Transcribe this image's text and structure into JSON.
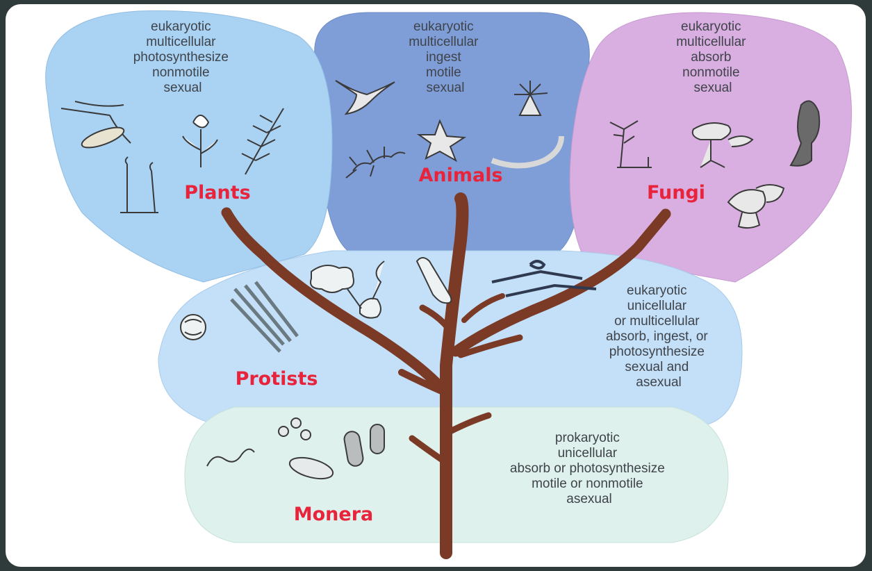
{
  "kingdoms": {
    "plants": {
      "name": "Plants",
      "traits": [
        "eukaryotic",
        "multicellular",
        "photosynthesize",
        "nonmotile",
        "sexual"
      ],
      "color": "#a9d2f3"
    },
    "animals": {
      "name": "Animals",
      "traits": [
        "eukaryotic",
        "multicellular",
        "ingest",
        "motile",
        "sexual"
      ],
      "color": "#7f9ed8"
    },
    "fungi": {
      "name": "Fungi",
      "traits": [
        "eukaryotic",
        "multicellular",
        "absorb",
        "nonmotile",
        "sexual"
      ],
      "color": "#d9aee0"
    },
    "protists": {
      "name": "Protists",
      "traits": [
        "eukaryotic",
        "unicellular",
        "or multicellular",
        "absorb, ingest, or",
        "photosynthesize",
        "sexual and",
        "asexual"
      ],
      "color": "#c4e0f8"
    },
    "monera": {
      "name": "Monera",
      "traits": [
        "prokaryotic",
        "unicellular",
        "absorb or photosynthesize",
        "motile or nonmotile",
        "asexual"
      ],
      "color": "#dff1ec"
    }
  },
  "colors": {
    "name_text": "#e8243d",
    "trait_text": "#3f434a",
    "tree_trunk": "#7a3a26",
    "border": "#2f3a3a"
  }
}
